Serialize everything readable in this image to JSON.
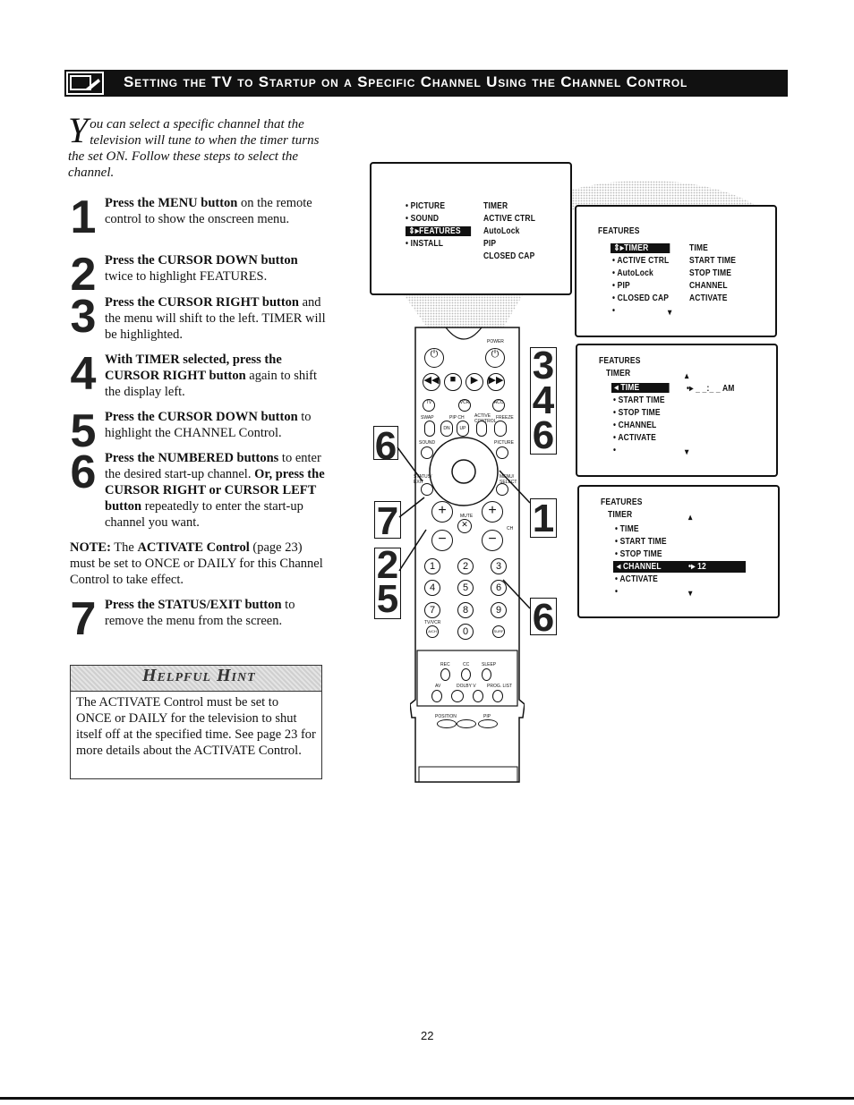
{
  "title": "Setting the TV to Startup on a Specific Channel Using the Channel Control",
  "intro": {
    "drop_cap": "Y",
    "text": "ou can select a specific channel that the television will tune to when the timer turns the set ON. Follow these steps to select the channel."
  },
  "steps": [
    {
      "number": "1",
      "bold": "Press the MENU button",
      "rest": " on the remote control to show the onscreen menu."
    },
    {
      "number": "2",
      "bold": "Press the CURSOR DOWN button",
      "rest": " twice to highlight FEATURES."
    },
    {
      "number": "3",
      "bold": "Press the CURSOR RIGHT button",
      "rest": " and the menu will shift to the left. TIMER will be highlighted."
    },
    {
      "number": "4",
      "bold": "With TIMER selected, press the CURSOR RIGHT button",
      "rest": " again to shift the display left."
    },
    {
      "number": "5",
      "bold": "Press the CURSOR DOWN button",
      "rest": " to highlight the CHANNEL Control."
    },
    {
      "number": "6",
      "bold": "Press the NUMBERED buttons",
      "rest": " to enter the desired start-up channel. ",
      "bold2": "Or, press the CURSOR RIGHT or CURSOR LEFT button",
      "rest2": " repeatedly to enter the start-up channel you want."
    },
    {
      "number": "7",
      "bold": "Press the STATUS/EXIT button",
      "rest": " to remove the menu from the screen."
    }
  ],
  "note": {
    "label": "NOTE:",
    "pre": " The ",
    "bold": "ACTIVATE Control",
    "post": " (page 23) must be set to ONCE or DAILY for this Channel Control to take effect."
  },
  "hint": {
    "title": "Helpful Hint",
    "body": "The ACTIVATE Control must be set to ONCE or DAILY for the television to shut itself off at the specified time. See page 23 for more details about the ACTIVATE Control."
  },
  "screen1": {
    "left_items": [
      "• PICTURE",
      "• SOUND",
      "FEATURES",
      "• INSTALL"
    ],
    "right_items": [
      "TIMER",
      "ACTIVE CTRL",
      "AutoLock",
      "PIP",
      "CLOSED CAP"
    ]
  },
  "screen2": {
    "header": "FEATURES",
    "left_items": [
      "TIMER",
      "• ACTIVE CTRL",
      "• AutoLock",
      "• PIP",
      "• CLOSED CAP",
      "•"
    ],
    "right_items": [
      "TIME",
      "START TIME",
      "STOP TIME",
      "CHANNEL",
      "ACTIVATE"
    ]
  },
  "screen3": {
    "header": "FEATURES",
    "sub": "TIMER",
    "items": [
      "TIME",
      "• START TIME",
      "• STOP TIME",
      "• CHANNEL",
      "• ACTIVATE",
      "•"
    ],
    "value": "•▸ _ _:_ _ AM"
  },
  "screen4": {
    "header": "FEATURES",
    "sub": "TIMER",
    "items": [
      "• TIME",
      "• START TIME",
      "• STOP TIME",
      "CHANNEL",
      "• ACTIVATE",
      "•"
    ],
    "value": "•▸ 12"
  },
  "remote": {
    "power_label": "POWER",
    "labels": [
      "TV",
      "VCR",
      "ACC",
      "SWAP",
      "PIP CH",
      "ACTIVE CONTROL",
      "FREEZE",
      "SOUND",
      "PICTURE",
      "STATUS/ EXIT",
      "MENU/ SELECT",
      "MUTE",
      "CH",
      "TV/VCR",
      "A/CH",
      "SURF",
      "REC",
      "CC",
      "SLEEP",
      "AV",
      "DOLBY V",
      "PROG. LIST",
      "POSITION",
      "PIP"
    ],
    "numbers": [
      "1",
      "2",
      "3",
      "4",
      "5",
      "6",
      "7",
      "8",
      "9",
      "0"
    ],
    "dn": "DN",
    "up": "UP"
  },
  "callouts": {
    "left": [
      "6",
      "7",
      "2",
      "5"
    ],
    "right": [
      "3",
      "4",
      "6",
      "1",
      "6"
    ]
  },
  "page_number": "22"
}
